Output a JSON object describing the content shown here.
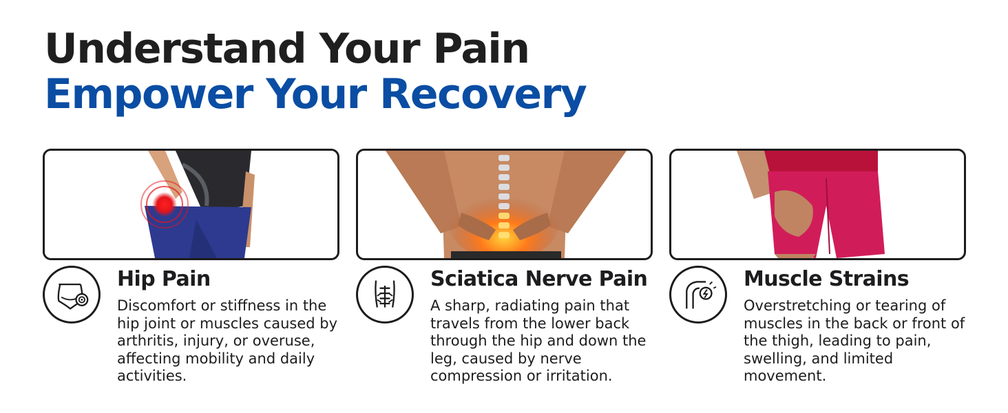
{
  "headline": {
    "line1": "Understand Your Pain",
    "line2": "Empower Your Recovery"
  },
  "colors": {
    "headline_dark": "#1f1f1f",
    "headline_blue": "#0a4da3",
    "border": "#1c1c1c",
    "pain_highlight": "#e4141b"
  },
  "cards": [
    {
      "title": "Hip Pain",
      "icon": "hip-target-icon",
      "description": "Discomfort or stiffness in the hip joint or muscles caused by arthritis, injury, or overuse, affecting mobility and daily activities."
    },
    {
      "title": "Sciatica Nerve Pain",
      "icon": "lower-back-pain-icon",
      "description": "A sharp, radiating pain that travels from the lower back through the hip and down the leg, caused by nerve compression or irritation."
    },
    {
      "title": "Muscle Strains",
      "icon": "thigh-strain-icon",
      "description": "Overstretching or tearing of muscles in the back or front of the thigh, leading to pain, swelling, and limited movement."
    }
  ]
}
